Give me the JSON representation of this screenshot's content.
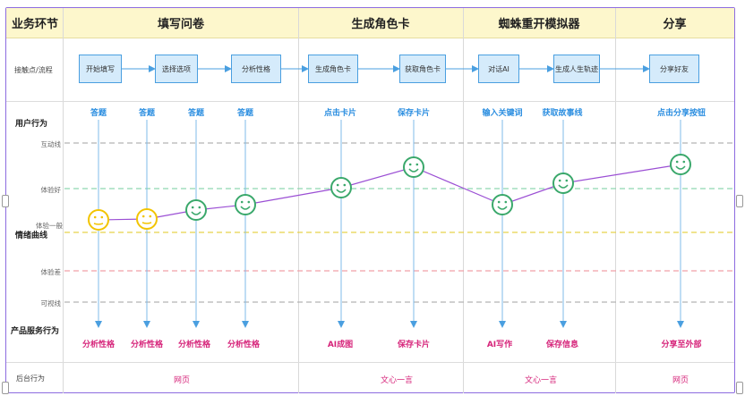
{
  "header": {
    "corner_label": "业务环节",
    "stages": [
      "填写问卷",
      "生成角色卡",
      "蜘蛛重开模拟器",
      "分享"
    ]
  },
  "rows": {
    "touchpoints": "接触点/流程",
    "user_actions": "用户行为",
    "emotion_curve": "情绪曲线",
    "services": "产品服务行为",
    "backend": "后台行为"
  },
  "emotion_levels": {
    "interactive": "互动线",
    "good": "体验好",
    "neutral": "体验一般",
    "poor": "体验差",
    "visible": "可视线"
  },
  "flow_boxes": [
    "开始填写",
    "选择选项",
    "分析性格",
    "生成角色卡",
    "获取角色卡",
    "对话AI",
    "生成人生轨迹",
    "分享好友"
  ],
  "user_actions": [
    "答题",
    "答题",
    "答题",
    "答题",
    "点击卡片",
    "保存卡片",
    "输入关键词",
    "获取故事线",
    "点击分享按钮"
  ],
  "services": [
    "分析性格",
    "分析性格",
    "分析性格",
    "分析性格",
    "AI成图",
    "保存卡片",
    "AI写作",
    "保存信息",
    "分享至外部"
  ],
  "backend": [
    "网页",
    "文心一言",
    "文心一言",
    "网页"
  ],
  "colors": {
    "accent_blue": "#2b8ee0",
    "service_pink": "#d6247a",
    "curve_purple": "#9b4fd4",
    "face_yellow": "#f2c400",
    "face_green": "#3aa86b",
    "line_interactive": "#b5b5b5",
    "line_good": "#8fd8b0",
    "line_neutral": "#e8d24a",
    "line_poor": "#f0a0a8",
    "line_visible": "#b5b5b5"
  },
  "emotions": [
    "neutral",
    "neutral",
    "slightly-good",
    "slightly-good",
    "good",
    "very-good",
    "slightly-good",
    "good",
    "very-good"
  ]
}
